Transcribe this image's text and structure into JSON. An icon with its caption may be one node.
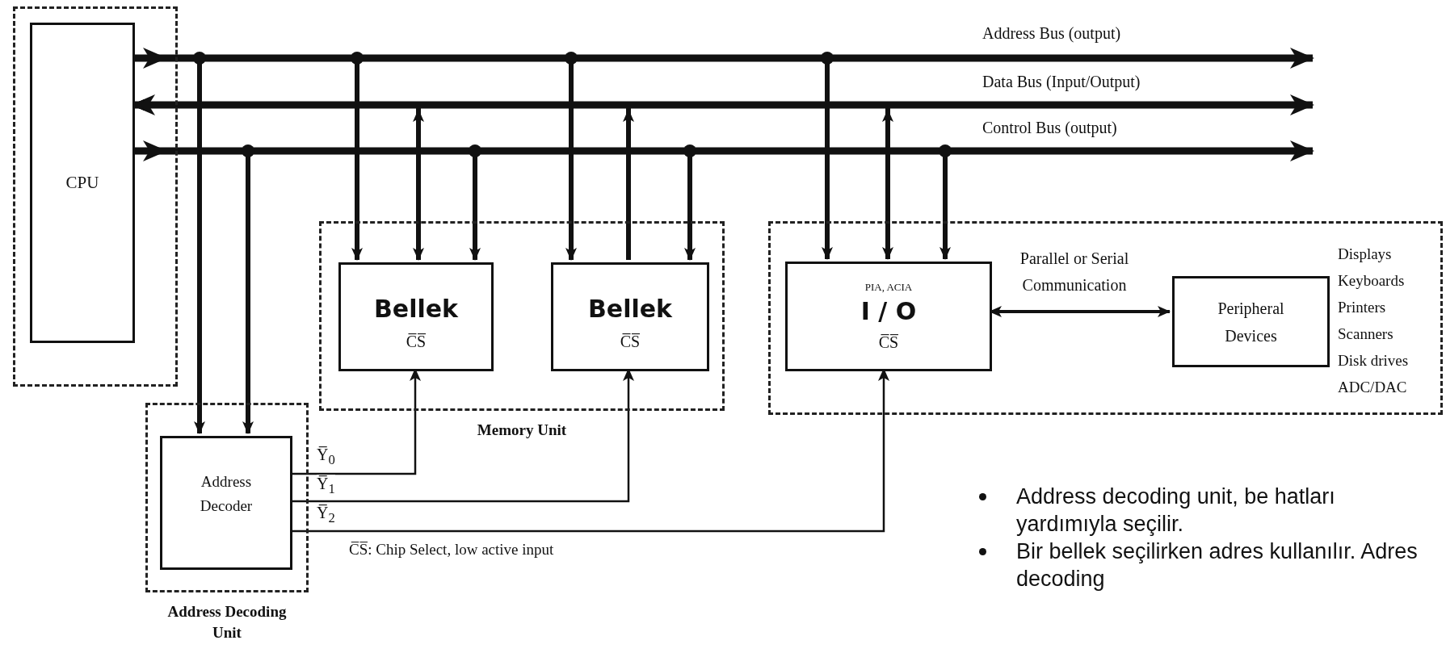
{
  "diagram": {
    "nodes": [
      {
        "text": [],
        "shape": "box"
      },
      {
        "text": [
          "CPU"
        ],
        "in": 0
      },
      {
        "text": [
          "Memory Unit"
        ]
      },
      {
        "text": [
          "Bellek",
          "C̅S̅"
        ],
        "in": 2
      },
      {
        "text": [
          "Bellek",
          "C̅S̅"
        ],
        "in": 2
      },
      {
        "text": [],
        "shape": "box"
      },
      {
        "text": [
          "PIA, ACIA",
          "I / O",
          "C̅S̅"
        ],
        "in": 5
      },
      {
        "text": [
          "Peripheral Devices"
        ],
        "in": 5,
        "beside": [
          "Displays",
          "Keyboards",
          "Printers",
          "Scanners",
          "Disk drives",
          "ADC/DAC"
        ]
      },
      {
        "text": [
          "Address Decoding Unit"
        ]
      },
      {
        "text": [
          "Address Decoder"
        ],
        "in": 8
      }
    ],
    "edges": [
      {
        "from": 1,
        "to": null,
        "arrow": "to",
        "label": "Address Bus (output)"
      },
      {
        "from": null,
        "to": 1,
        "arrow": "both",
        "label": "Data Bus (Input/Output)"
      },
      {
        "from": 1,
        "to": null,
        "arrow": "to",
        "label": "Control Bus (output)"
      },
      {
        "from": 1,
        "to": 9,
        "arrow": "to"
      },
      {
        "from": 1,
        "to": 3,
        "arrow": "to"
      },
      {
        "from": 1,
        "to": 4,
        "arrow": "to"
      },
      {
        "from": 1,
        "to": 6,
        "arrow": "to"
      },
      {
        "from": 1,
        "to": 3,
        "arrow": "both"
      },
      {
        "from": 4,
        "to": 1,
        "arrow": "to"
      },
      {
        "from": 1,
        "to": 6,
        "arrow": "both"
      },
      {
        "from": 1,
        "to": 9,
        "arrow": "to"
      },
      {
        "from": 1,
        "to": 3,
        "arrow": "to"
      },
      {
        "from": 1,
        "to": 4,
        "arrow": "to"
      },
      {
        "from": 1,
        "to": 6,
        "arrow": "to"
      },
      {
        "from": 9,
        "to": 3,
        "arrow": "to",
        "label": "Y̅$_{0}$"
      },
      {
        "from": 9,
        "to": 4,
        "arrow": "to",
        "label": "Y̅$_{1}$"
      },
      {
        "from": 9,
        "to": 6,
        "arrow": "to",
        "label": "Y̅$_{2}$"
      },
      {
        "from": 6,
        "to": 7,
        "arrow": "both",
        "label": "Parallel or Serial Communication"
      }
    ],
    "labels": [
      "C̅S̅: Chip Select, low active input",
      "Address decoding unit, be hatları yardımıyla seçilir.",
      "Bir bellek seçilirken adres kullanılır. Adres decoding"
    ]
  }
}
